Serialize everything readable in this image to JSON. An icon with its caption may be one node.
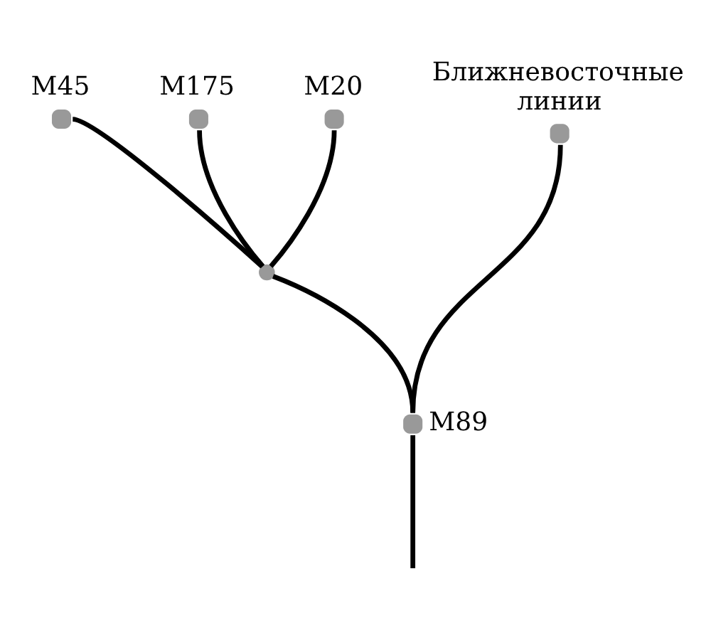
{
  "diagram": {
    "nodes": [
      {
        "text": [
          "M45"
        ]
      },
      {
        "text": [
          "M175"
        ]
      },
      {
        "text": [
          "M20"
        ]
      },
      {
        "text": [
          "Ближневосточные линии"
        ]
      },
      {
        "text": [],
        "shape": "circle"
      },
      {
        "text": [
          "M89"
        ]
      }
    ],
    "edges": [
      {
        "from": 0,
        "to": 4,
        "arrow": "none"
      },
      {
        "from": 1,
        "to": 4,
        "arrow": "none"
      },
      {
        "from": 2,
        "to": 4,
        "arrow": "none"
      },
      {
        "from": 4,
        "to": 5,
        "arrow": "none"
      },
      {
        "from": 3,
        "to": 5,
        "arrow": "none"
      },
      {
        "from": 5,
        "to": null,
        "arrow": "none"
      }
    ]
  }
}
